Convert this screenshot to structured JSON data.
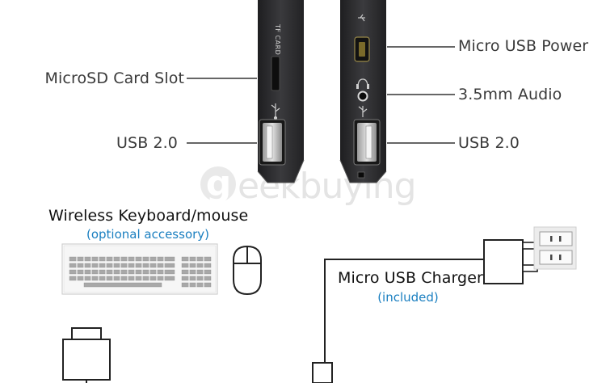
{
  "labels": {
    "microsd_slot": "MicroSD Card Slot",
    "usb_left": "USB 2.0",
    "micro_usb_power": "Micro USB Power",
    "audio": "3.5mm Audio",
    "usb_right": "USB 2.0",
    "keyboard_title": "Wireless Keyboard/mouse",
    "keyboard_note": "(optional accessory)",
    "charger_title": "Micro USB Charger",
    "charger_note": "(included)",
    "tf_card": "TF CARD",
    "watermark_g": "g",
    "watermark_rest": "eekbuying"
  },
  "colors": {
    "device_body": "#2b2b2d",
    "label_text": "#3a3a3a",
    "note_blue": "#1a7fc0",
    "leader_line": "#333333"
  }
}
